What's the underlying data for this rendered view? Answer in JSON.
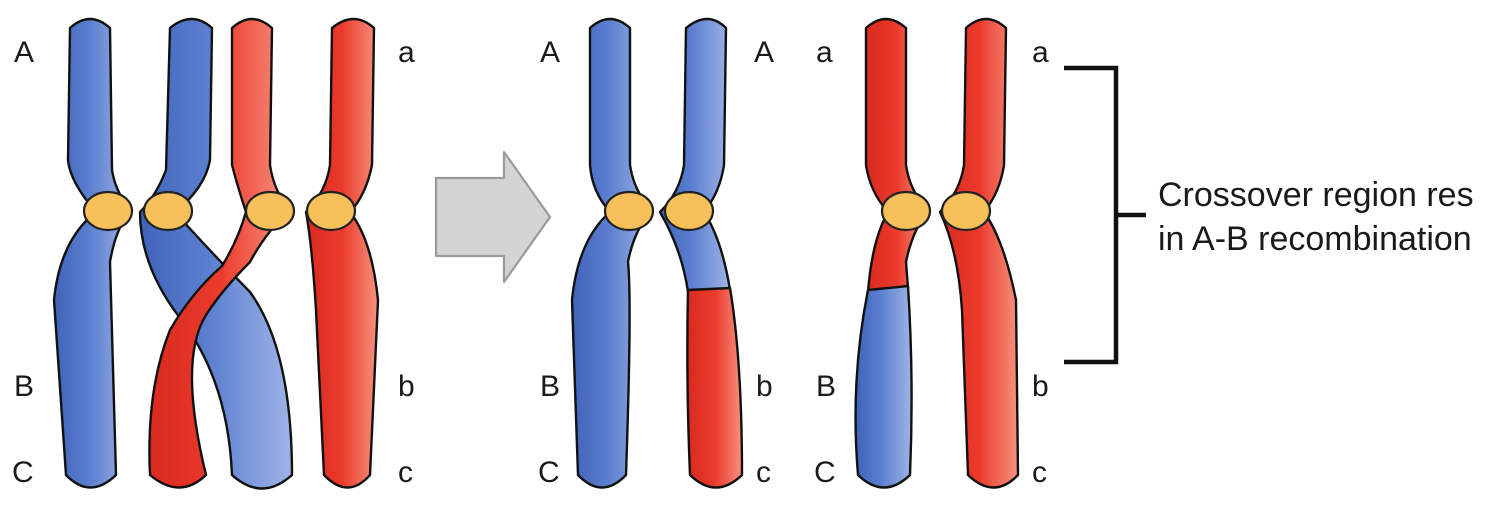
{
  "figure": {
    "colors": {
      "maternal_blue": "#4a6fc4",
      "paternal_red": "#e5352b",
      "centromere_yellow": "#f7c05a",
      "arrow_gray": "#d4d4d4"
    },
    "before": {
      "blue_pair": {
        "top": "A",
        "middle": "B",
        "bottom": "C"
      },
      "red_pair": {
        "top": "a",
        "middle": "b",
        "bottom": "c"
      }
    },
    "after": {
      "recombinant_1": {
        "left": [
          "A",
          "B",
          "C"
        ],
        "right": [
          "A",
          "b",
          "c"
        ]
      },
      "recombinant_2": {
        "left": [
          "a",
          "B",
          "C"
        ],
        "right": [
          "a",
          "b",
          "c"
        ]
      }
    },
    "arrow_icon": "right-arrow-icon",
    "caption": {
      "line1": "Crossover region res",
      "line2": "in A-B recombination"
    }
  }
}
